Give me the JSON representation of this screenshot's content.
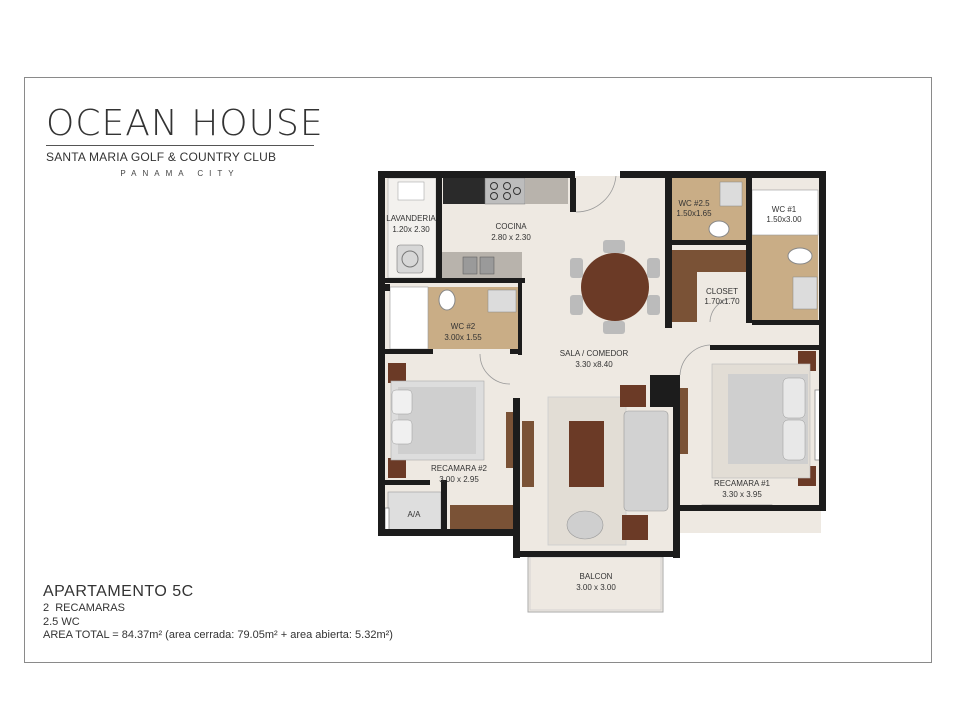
{
  "brand": {
    "title": "OCEAN HOUSE",
    "subtitle": "SANTA MARIA GOLF & COUNTRY CLUB",
    "city": "PANAMA CITY"
  },
  "apartment": {
    "title": "APARTAMENTO 5C",
    "bedrooms": "2  RECAMARAS",
    "bathrooms": "2.5 WC",
    "area": "AREA TOTAL = 84.37m² (area cerrada: 79.05m² + area abierta: 5.32m²)"
  },
  "rooms": {
    "lavanderia": {
      "name": "LAVANDERIA",
      "size": "1.20x 2.30"
    },
    "cocina": {
      "name": "COCINA",
      "size": "2.80 x 2.30"
    },
    "wc25": {
      "name": "WC #2.5",
      "size": "1.50x1.65"
    },
    "wc1": {
      "name": "WC #1",
      "size": "1.50x3.00"
    },
    "closet": {
      "name": "CLOSET",
      "size": "1.70x1.70"
    },
    "wc2": {
      "name": "WC #2",
      "size": "3.00x 1.55"
    },
    "sala": {
      "name": "SALA / COMEDOR",
      "size": "3.30 x8.40"
    },
    "recamara2": {
      "name": "RECAMARA #2",
      "size": "3.00 x 2.95"
    },
    "recamara1": {
      "name": "RECAMARA #1",
      "size": "3.30 x 3.95"
    },
    "aa": {
      "name": "A/A"
    },
    "balcon": {
      "name": "BALCON",
      "size": "3.00 x 3.00"
    }
  },
  "colors": {
    "wall": "#1c1c1c",
    "floor": "#eee9e2",
    "wood": "#7a5236",
    "tile": "#c9ad86",
    "rug": "#e2ddd5",
    "sofa": "#d2d2d2",
    "table": "#6b3a26"
  }
}
